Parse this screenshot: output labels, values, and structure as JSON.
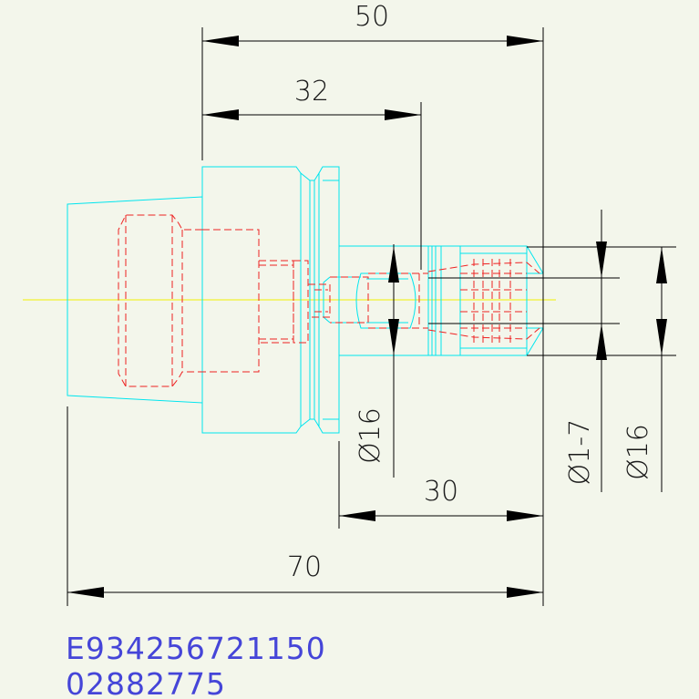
{
  "drawing": {
    "colors": {
      "outline": "#00e5ee",
      "hidden": "#ee2222",
      "centerline": "#f0f000",
      "dimension": "#000000",
      "part_text": "#4545d8",
      "background": "#f3f6eb"
    },
    "dimensions": {
      "overall_top": "50",
      "mid_top": "32",
      "nut_dia": "Ø16",
      "nose_length": "30",
      "bore_range": "Ø1-7",
      "outer_dia": "Ø16",
      "overall_bottom": "70"
    },
    "part_number": "E934256721150",
    "order_number": "02882775"
  }
}
